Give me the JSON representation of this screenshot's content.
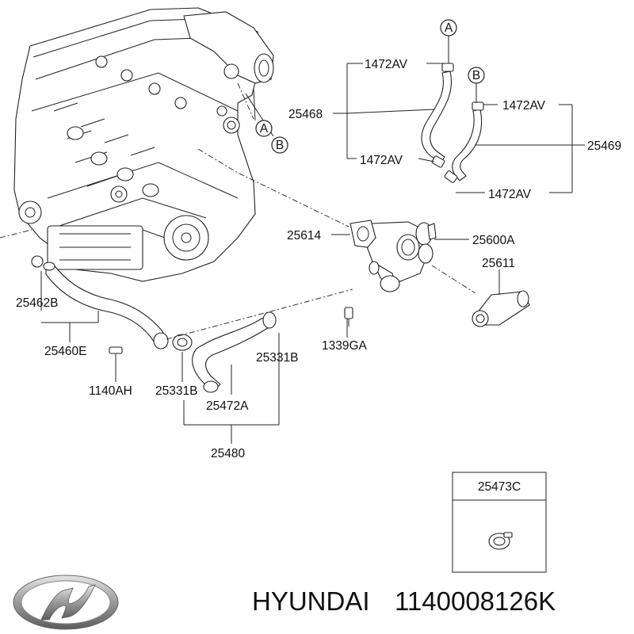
{
  "labels": {
    "p1472av_top": "1472AV",
    "p1472av_b": "1472AV",
    "p1472av_mid": "1472AV",
    "p1472av_low": "1472AV",
    "p25468": "25468",
    "p25469": "25469",
    "p25614": "25614",
    "p25600a": "25600A",
    "p25611": "25611",
    "p25462b": "25462B",
    "p25460e": "25460E",
    "p1339ga": "1339GA",
    "p25331b_right": "25331B",
    "p1140ah": "1140AH",
    "p25331b_left": "25331B",
    "p25472a": "25472A",
    "p25480": "25480",
    "p25473c": "25473C"
  },
  "callouts": {
    "a_top": "A",
    "b_top": "B",
    "a_engine": "A",
    "b_engine": "B"
  },
  "footer": {
    "brand": "HYUNDAI",
    "part_number": "1140008126K"
  }
}
